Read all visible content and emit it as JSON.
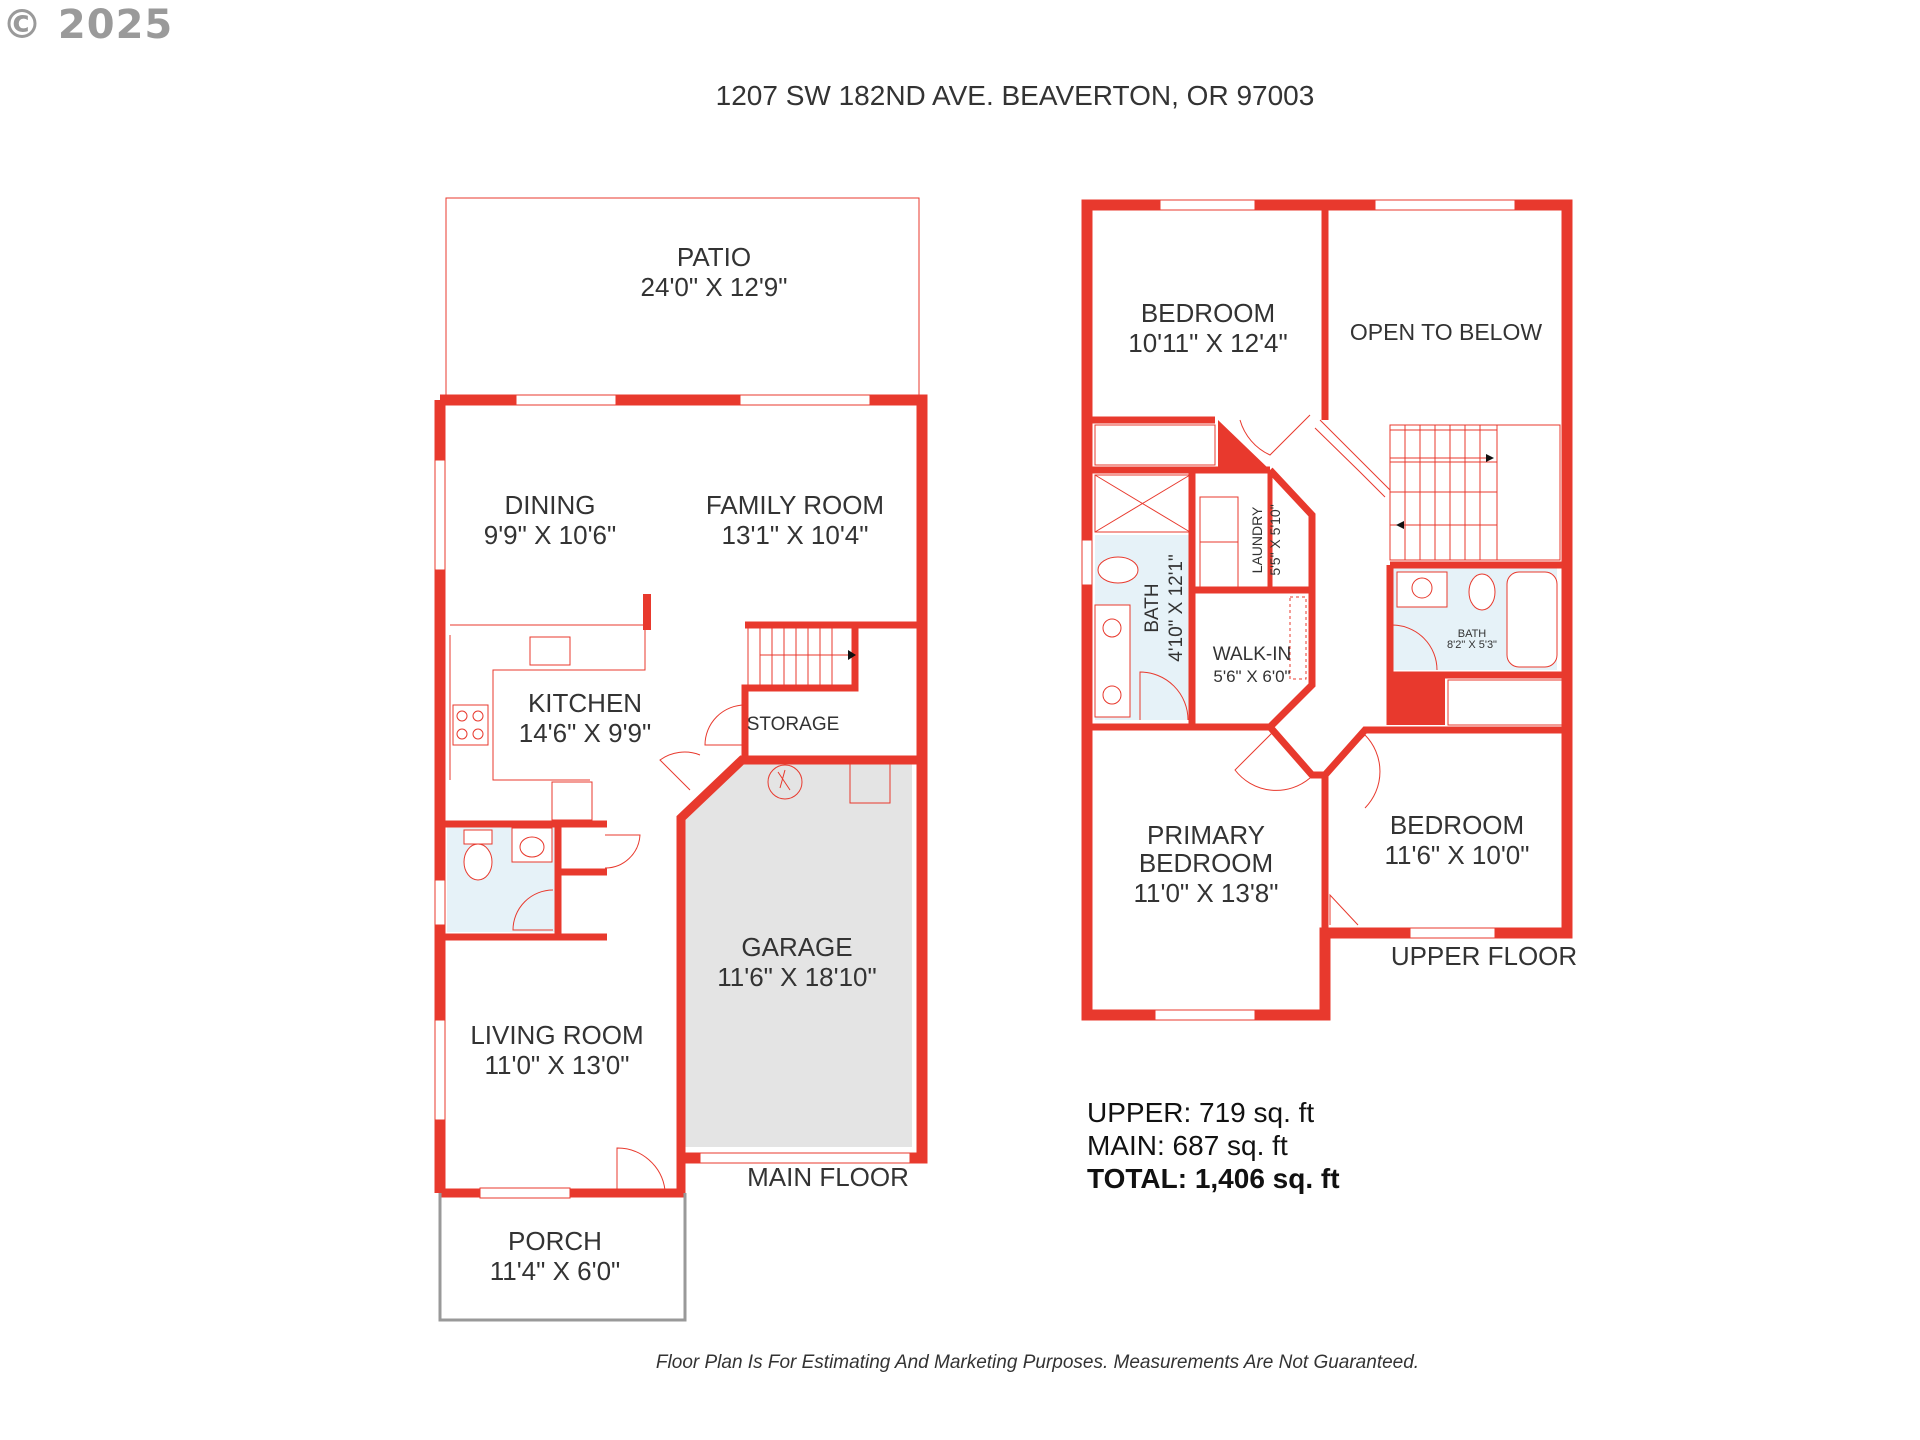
{
  "copyright": "© 2025",
  "address": "1207 SW 182ND AVE. BEAVERTON, OR 97003",
  "colors": {
    "wall": "#e8392d",
    "garage_fill": "#e4e4e4",
    "bath_fill": "#e6f2f8",
    "thin_line": "#e8392d"
  },
  "main_floor": {
    "label": "MAIN FLOOR",
    "rooms": {
      "patio": {
        "name": "PATIO",
        "size": "24'0\" X 12'9\""
      },
      "dining": {
        "name": "DINING",
        "size": "9'9\" X 10'6\""
      },
      "family": {
        "name": "FAMILY ROOM",
        "size": "13'1\" X 10'4\""
      },
      "kitchen": {
        "name": "KITCHEN",
        "size": "14'6\" X 9'9\""
      },
      "storage": {
        "name": "STORAGE"
      },
      "garage": {
        "name": "GARAGE",
        "size": "11'6\" X 18'10\""
      },
      "living": {
        "name": "LIVING ROOM",
        "size": "11'0\" X 13'0\""
      },
      "porch": {
        "name": "PORCH",
        "size": "11'4\" X 6'0\""
      }
    }
  },
  "upper_floor": {
    "label": "UPPER FLOOR",
    "rooms": {
      "bedroom_nw": {
        "name": "BEDROOM",
        "size": "10'11\" X 12'4\""
      },
      "open_below": {
        "name": "OPEN TO BELOW"
      },
      "laundry": {
        "name": "LAUNDRY",
        "size": "5'5\" X 5'10\""
      },
      "bath_main": {
        "name": "BATH",
        "size": "4'10\" X 12'1\""
      },
      "walkin": {
        "name": "WALK-IN",
        "size": "5'6\" X 6'0\""
      },
      "bath_small": {
        "name": "BATH",
        "size": "8'2\" X 5'3\""
      },
      "primary": {
        "name_line1": "PRIMARY",
        "name_line2": "BEDROOM",
        "size": "11'0\" X 13'8\""
      },
      "bedroom_se": {
        "name": "BEDROOM",
        "size": "11'6\" X 10'0\""
      }
    }
  },
  "summary": {
    "upper": "UPPER: 719 sq. ft",
    "main": "MAIN: 687 sq. ft",
    "total": "TOTAL: 1,406 sq. ft"
  },
  "disclaimer": "Floor Plan Is For Estimating And Marketing Purposes. Measurements Are Not Guaranteed."
}
